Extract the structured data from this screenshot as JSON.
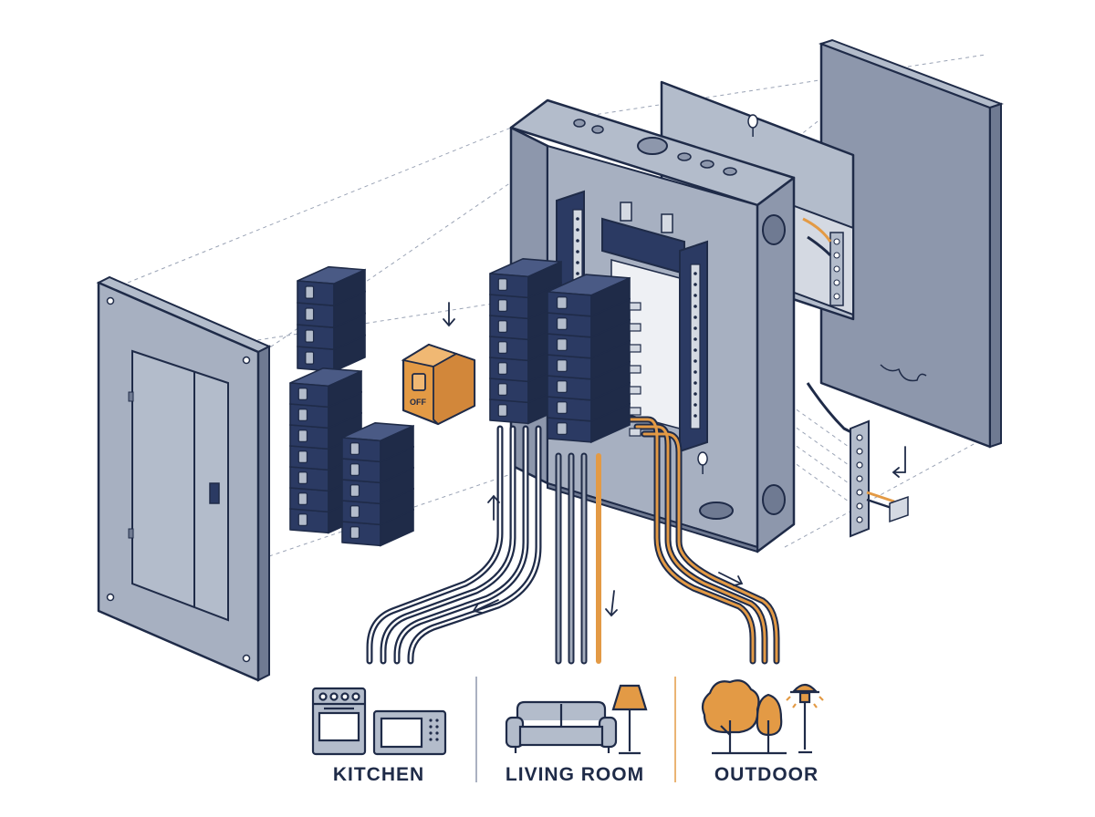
{
  "colors": {
    "navy": "#2b3a63",
    "outline": "#1f2b48",
    "steel": "#8d97ac",
    "steel_light": "#b3bccb",
    "steel_dark": "#6f7a92",
    "orange": "#e39a45",
    "wire_gray": "#a4adbd"
  },
  "breaker": {
    "switch_label": "OFF"
  },
  "rooms": [
    {
      "name": "KITCHEN",
      "icons": [
        "stove-icon",
        "microwave-icon"
      ]
    },
    {
      "name": "LIVING ROOM",
      "icons": [
        "sofa-icon",
        "floor-lamp-icon"
      ]
    },
    {
      "name": "OUTDOOR",
      "icons": [
        "tree-icon",
        "street-lamp-icon"
      ]
    }
  ]
}
